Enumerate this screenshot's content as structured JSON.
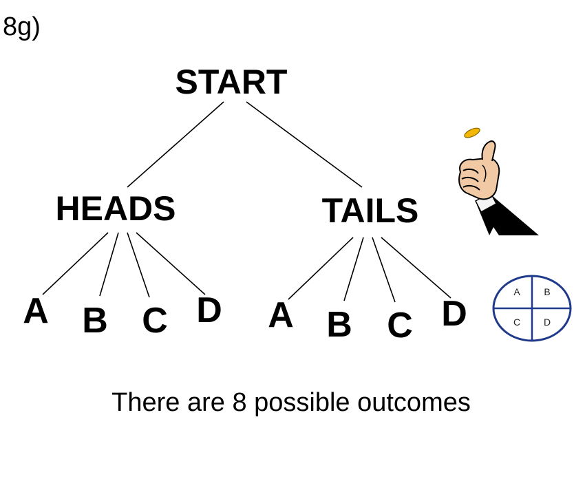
{
  "problem_label": "8g)",
  "root": {
    "label": "START"
  },
  "branches": [
    {
      "label": "HEADS",
      "leaves": [
        "A",
        "B",
        "C",
        "D"
      ]
    },
    {
      "label": "TAILS",
      "leaves": [
        "A",
        "B",
        "C",
        "D"
      ]
    }
  ],
  "spinner": {
    "sections": [
      "A",
      "B",
      "C",
      "D"
    ],
    "color": "#1f3a8a"
  },
  "summary": "There are 8 possible outcomes",
  "icons": {
    "coin": "coin-flip-hand-icon",
    "spinner": "spinner-icon"
  },
  "colors": {
    "coin": "#f2b705",
    "text": "#000000"
  }
}
